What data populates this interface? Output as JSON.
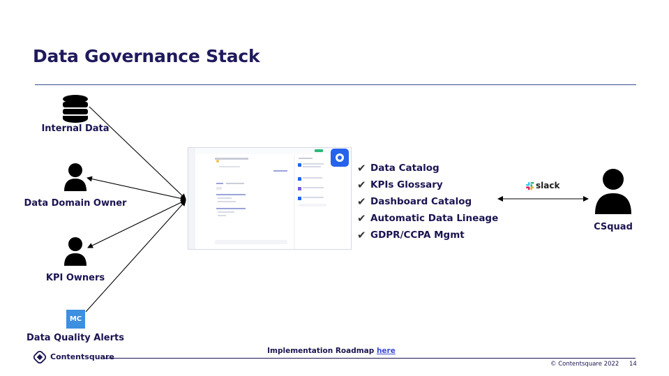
{
  "title": "Data Governance Stack",
  "sources": {
    "internal_data": "Internal Data",
    "data_domain_owner": "Data Domain Owner",
    "kpi_owners": "KPI Owners",
    "data_quality_alerts": "Data Quality Alerts",
    "mc_badge": "MC"
  },
  "capabilities": [
    "Data Catalog",
    "KPIs Glossary",
    "Dashboard Catalog",
    "Automatic Data Lineage",
    "GDPR/CCPA Mgmt"
  ],
  "check_glyph": "✔",
  "integration": {
    "label": "slack"
  },
  "consumer": {
    "label": "CSquad"
  },
  "footer": {
    "roadmap_prefix": "Implementation Roadmap ",
    "roadmap_link": "here",
    "brand": "Contentsquare",
    "copyright": "© Contentsquare 2022",
    "page_number": "14"
  },
  "colors": {
    "title": "#1f1a5c",
    "accent_blue": "#2563eb",
    "mc_blue": "#3d8fe0",
    "rule": "#3a4c8c"
  }
}
